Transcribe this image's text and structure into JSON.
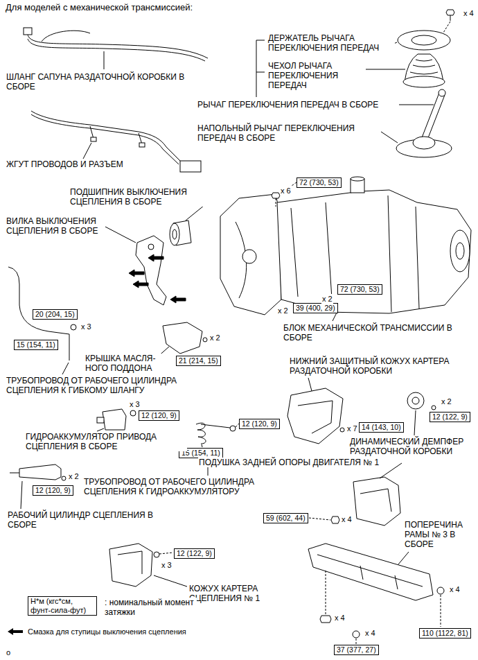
{
  "diagram": {
    "title": "Для моделей с механической трансмиссией:",
    "nodes": [
      {
        "text": [
          "72 (730, 53)"
        ]
      },
      {
        "text": [
          "72 (730, 53)"
        ]
      },
      {
        "text": [
          "39 (400, 29)"
        ]
      },
      {
        "text": [
          "20 (204, 15)"
        ]
      },
      {
        "text": [
          "15 (154, 11)"
        ]
      },
      {
        "text": [
          "21 (214, 15)"
        ]
      },
      {
        "text": [
          "12 (120, 9)"
        ]
      },
      {
        "text": [
          "12 (122, 9)"
        ]
      },
      {
        "text": [
          "12 (120, 9)"
        ]
      },
      {
        "text": [
          "14 (143, 10)"
        ]
      },
      {
        "text": [
          "15 (154, 11)"
        ]
      },
      {
        "text": [
          "12 (120, 9)"
        ]
      },
      {
        "text": [
          "59 (602, 44)"
        ]
      },
      {
        "text": [
          "12 (122, 9)"
        ]
      },
      {
        "text": [
          "Н*м (кгс*см, фунт-сила-фут)"
        ]
      },
      {
        "text": [
          "110 (1122, 81)"
        ]
      },
      {
        "text": [
          "37 (377, 27)"
        ]
      }
    ],
    "labels": [
      "x 4",
      "ДЕРЖАТЕЛЬ РЫЧАГА ПЕРЕКЛЮЧЕНИЯ ПЕРЕДАЧ",
      "ЧЕХОЛ РЫЧАГА ПЕРЕКЛЮЧЕНИЯ ПЕРЕДАЧ",
      "ШЛАНГ САПУНА РАЗДАТОЧНОЙ КОРОБКИ В СБОРЕ",
      "РЫЧАГ ПЕРЕКЛЮЧЕНИЯ ПЕРЕДАЧ В СБОРЕ",
      "НАПОЛЬНЫЙ РЫЧАГ ПЕРЕКЛЮЧЕНИЯ ПЕРЕДАЧ В СБОРЕ",
      "ЖГУТ ПРОВОДОВ И РАЗЪЕМ",
      "ПОДШИПНИК ВЫКЛЮЧЕНИЯ СЦЕПЛЕНИЯ В СБОРЕ",
      "x 6",
      "ВИЛКА ВЫКЛЮЧЕНИЯ СЦЕПЛЕНИЯ В СБОРЕ",
      "x 2",
      "x 2",
      "x 3",
      "БЛОК МЕХАНИЧЕСКОЙ ТРАНСМИССИИ В СБОРЕ",
      "x 2",
      "КРЫШКА МАСЛЯ- НОГО ПОДДОНА",
      "ТРУБОПРОВОД ОТ РАБОЧЕГО ЦИЛИНДРА СЦЕПЛЕНИЯ К ГИБКОМУ ШЛАНГУ",
      "НИЖНИЙ ЗАЩИТНЫЙ КОЖУХ КАРТЕРА РАЗДАТОЧНОЙ КОРОБКИ",
      "x 3",
      "ГИДРОАККУМУЛЯТОР ПРИВОДА СЦЕПЛЕНИЯ В СБОРЕ",
      "x 7",
      "x 2",
      "ДИНАМИЧЕСКИЙ ДЕМПФЕР РАЗДАТОЧНОЙ КОРОБКИ",
      "ПОДУШКА ЗАДНЕЙ ОПОРЫ ДВИГАТЕЛЯ № 1",
      "x 2",
      "ТРУБОПРОВОД ОТ РАБОЧЕГО ЦИЛИНДРА СЦЕПЛЕНИЯ К ГИДРОАККУМУЛЯТОРУ",
      "РАБОЧИЙ ЦИЛИНДР СЦЕПЛЕНИЯ В СБОРЕ",
      "x 4",
      "ПОПЕРЕЧИНА РАМЫ № 3 В СБОРЕ",
      "x 3",
      "КОЖУХ КАРТЕРА СЦЕПЛЕНИЯ № 1",
      ": номинальный момент затяжки",
      "x 4",
      "x 4",
      "x 4",
      "o"
    ],
    "legend": [
      {
        "text": "Смазка для ступицы выключения сцепления"
      }
    ]
  }
}
